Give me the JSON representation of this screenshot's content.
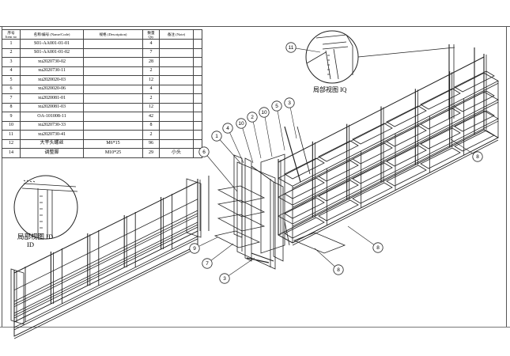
{
  "bom": {
    "headers": {
      "no_cn": "序号",
      "no_en": "Item no",
      "name": "名称/编号 (Name/Code)",
      "desc": "规格 (Description)",
      "qty_cn": "数量",
      "qty_en": "Qty",
      "note": "备注 (Note)"
    },
    "rows": [
      {
        "no": "1",
        "name": "S01-AA001-01-01",
        "desc": "",
        "qty": "4",
        "note": ""
      },
      {
        "no": "2",
        "name": "S01-AA001-01-02",
        "desc": "",
        "qty": "7",
        "note": ""
      },
      {
        "no": "3",
        "name": "xu2020730-02",
        "desc": "",
        "qty": "28",
        "note": ""
      },
      {
        "no": "4",
        "name": "xu2020730-11",
        "desc": "",
        "qty": "2",
        "note": ""
      },
      {
        "no": "5",
        "name": "xu2020020-03",
        "desc": "",
        "qty": "12",
        "note": ""
      },
      {
        "no": "6",
        "name": "xu2020020-06",
        "desc": "",
        "qty": "4",
        "note": ""
      },
      {
        "no": "7",
        "name": "xu2020081-01",
        "desc": "",
        "qty": "2",
        "note": ""
      },
      {
        "no": "8",
        "name": "xu2020081-03",
        "desc": "",
        "qty": "12",
        "note": ""
      },
      {
        "no": "9",
        "name": "OA-101008-11",
        "desc": "",
        "qty": "42",
        "note": ""
      },
      {
        "no": "10",
        "name": "xu2020730-33",
        "desc": "",
        "qty": "8",
        "note": ""
      },
      {
        "no": "11",
        "name": "xu2020730-41",
        "desc": "",
        "qty": "2",
        "note": ""
      },
      {
        "no": "12",
        "name": "大平头螺丝",
        "desc": "M6*15",
        "qty": "96",
        "note": ""
      },
      {
        "no": "14",
        "name": "调整脚",
        "desc": "M10*25",
        "qty": "29",
        "note": "小头"
      }
    ]
  },
  "views": {
    "detail_iq": "局部视图 IQ",
    "detail_id": "局部视图 ID",
    "detail_id_sub": "ID"
  },
  "balloons": {
    "b11": "11",
    "b1": "1",
    "b4": "4",
    "b10a": "10",
    "b2": "2",
    "b10b": "10",
    "b5": "5",
    "b3a": "3",
    "b6": "6",
    "b8a": "8",
    "b9": "9",
    "b7": "7",
    "b3b": "3",
    "b8b": "8",
    "b8c": "8"
  }
}
